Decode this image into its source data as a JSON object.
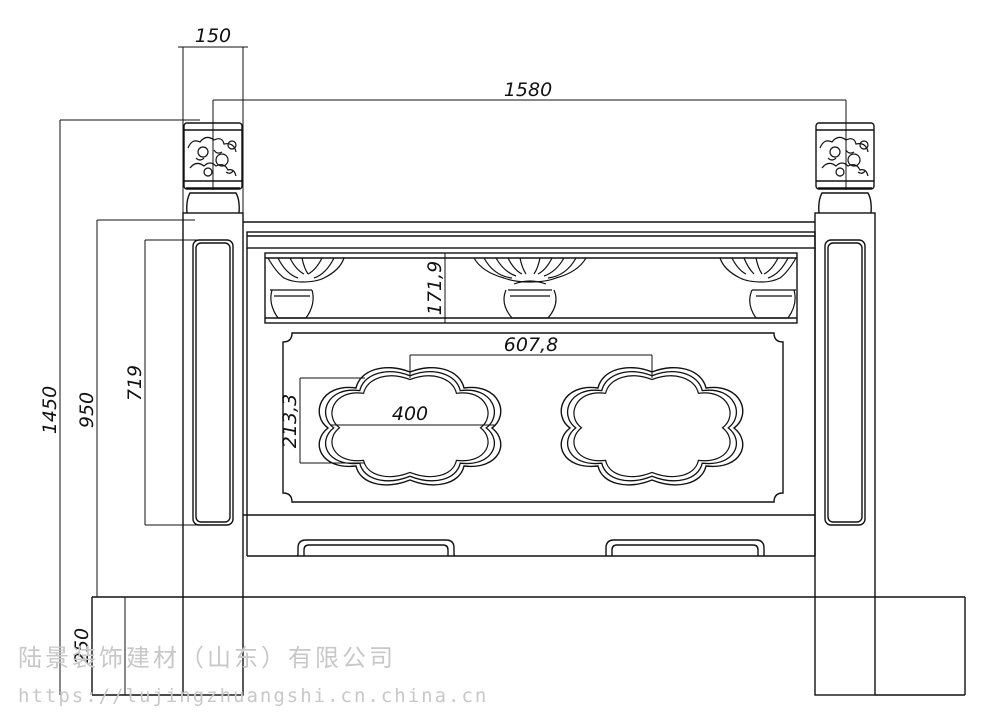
{
  "dimensions": {
    "pillar_width": "150",
    "overall_span": "1580",
    "total_height": "1450",
    "railing_height": "950",
    "panel_height": "719",
    "base_height": "250",
    "upper_panel_height": "171,9",
    "opening_spacing": "607,8",
    "opening_width": "400",
    "opening_height": "213,3"
  },
  "watermark": {
    "company": "陆景装饰建材（山东）有限公司",
    "url": "https://lujingzhuangshi.cn.china.cn"
  }
}
